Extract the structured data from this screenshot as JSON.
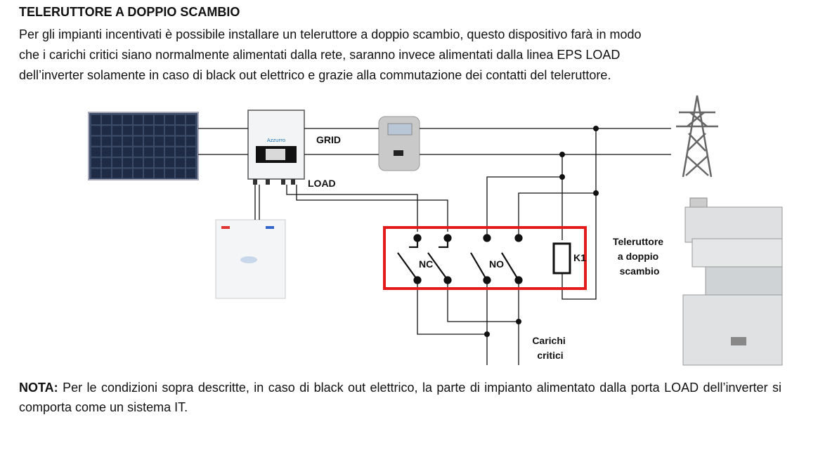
{
  "title": "TELERUTTORE A DOPPIO SCAMBIO",
  "intro_lines": [
    "Per gli impianti incentivati è possibile installare un teleruttore a doppio scambio, questo dispositivo farà in modo",
    "che i carichi critici siano normalmente alimentati dalla rete, saranno invece alimentati dalla linea EPS LOAD",
    "dell’inverter solamente in caso di black out elettrico e grazie alla commutazione dei contatti del teleruttore."
  ],
  "diagram": {
    "grid_label": "GRID",
    "load_label": "LOAD",
    "nc_label": "NC",
    "no_label": "NO",
    "k_label": "K1",
    "teleruttore_lines": [
      "Teleruttore",
      "a doppio",
      "scambio"
    ],
    "carichi_lines": [
      "Carichi",
      "critici"
    ],
    "highlight_color": "#e31b1b"
  },
  "note": {
    "label": "NOTA:",
    "text": " Per le condizioni sopra descritte, in caso di black out elettrico,  la parte di impianto alimentato dalla porta LOAD dell’inverter si comporta come un sistema IT."
  }
}
